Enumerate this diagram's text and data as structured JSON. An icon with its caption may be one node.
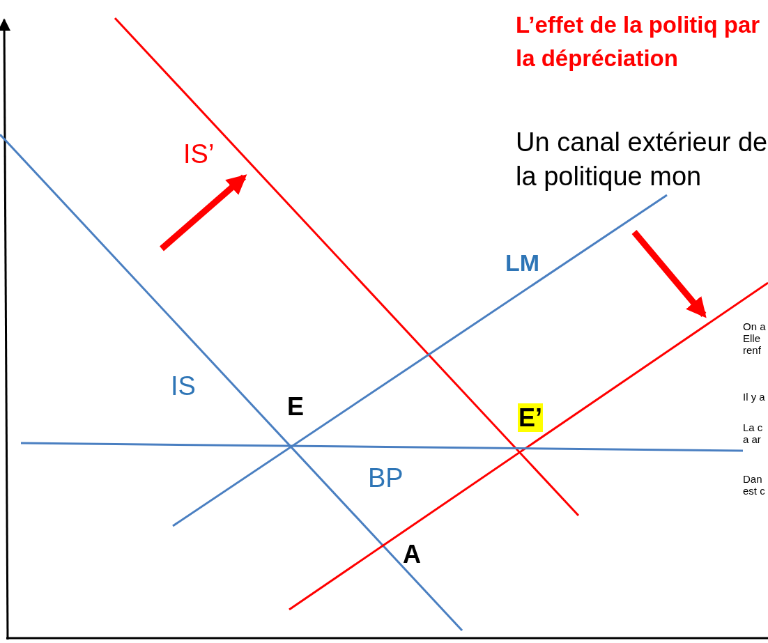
{
  "diagram": {
    "title": "L’effet de la politiq par la dépréciation",
    "labels": [
      "Un canal extérieur de la politique mon",
      "IS’",
      "LM",
      "On a Elle renf",
      "IS",
      "Il y a",
      "E",
      "E’",
      "La c a ar",
      "BP",
      "Dan est c",
      "A"
    ]
  }
}
